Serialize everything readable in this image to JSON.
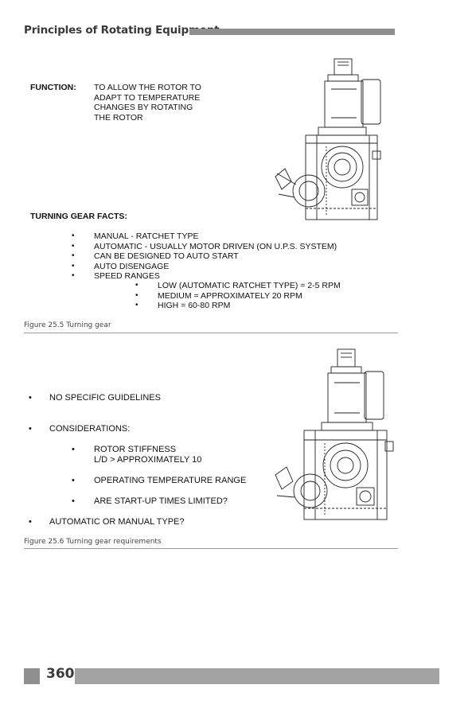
{
  "header": {
    "title": "Principles of Rotating Equipment"
  },
  "figure1": {
    "function_label": "FUNCTION:",
    "function_lines": [
      "TO ALLOW THE ROTOR TO",
      "ADAPT TO TEMPERATURE",
      "CHANGES BY ROTATING",
      "THE ROTOR"
    ],
    "facts_heading": "TURNING GEAR FACTS:",
    "facts": [
      "MANUAL - RATCHET TYPE",
      "AUTOMATIC - USUALLY MOTOR DRIVEN (ON U.P.S. SYSTEM)",
      "CAN BE DESIGNED TO AUTO START",
      "AUTO DISENGAGE",
      "SPEED RANGES"
    ],
    "speed_ranges": [
      "LOW (AUTOMATIC RATCHET TYPE) = 2-5 RPM",
      "MEDIUM = APPROXIMATELY 20 RPM",
      "HIGH = 60-80 RPM"
    ],
    "caption": "Figure 25.5 Turning gear"
  },
  "figure2": {
    "item1": "NO SPECIFIC GUIDELINES",
    "item2": "CONSIDERATIONS:",
    "sub1_line1": "ROTOR STIFFNESS",
    "sub1_line2": "L/D > APPROXIMATELY 10",
    "sub2": "OPERATING TEMPERATURE RANGE",
    "sub3": "ARE START-UP TIMES LIMITED?",
    "item3": "AUTOMATIC OR MANUAL TYPE?",
    "caption": "Figure 25.6 Turning gear requirements"
  },
  "footer": {
    "page_number": "360"
  },
  "icons": {
    "bullet": "•",
    "drawing": "turning-gear-drawing-icon"
  },
  "colors": {
    "header_bar": "#8f8f8f",
    "footer_bar": "#a3a3a3",
    "text": "#111111"
  }
}
